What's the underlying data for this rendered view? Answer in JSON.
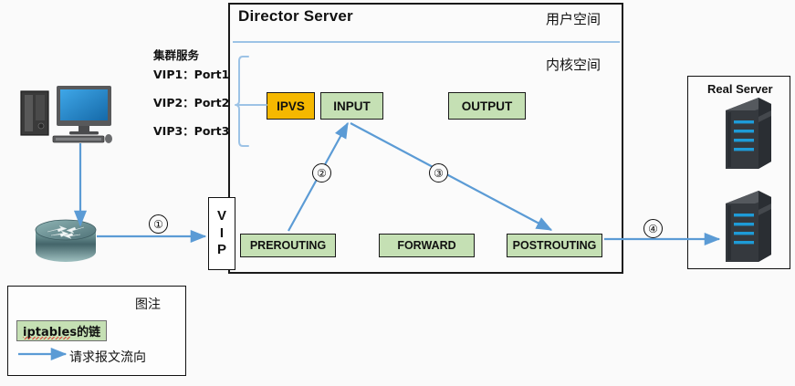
{
  "diagram": {
    "title": "LVS Director Server packet flow diagram",
    "background": "#fafafa",
    "accent_blue": "#5b9bd5",
    "chain_green": "#c5e0b4",
    "ipvs_orange": "#f5b800"
  },
  "director": {
    "title": "Director Server",
    "user_space_label": "用户空间",
    "kernel_space_label": "内核空间",
    "vip_letters": [
      "V",
      "I",
      "P"
    ],
    "boxes": {
      "ipvs": "IPVS",
      "input": "INPUT",
      "output": "OUTPUT",
      "prerouting": "PREROUTING",
      "forward": "FORWARD",
      "postrouting": "POSTROUTING"
    }
  },
  "cluster_service": {
    "heading": "集群服务",
    "entries": [
      "VIP1：Port1",
      "VIP2：Port2",
      "VIP3：Port3"
    ]
  },
  "real_server": {
    "title": "Real Server",
    "count": 2
  },
  "steps": {
    "one": "①",
    "two": "②",
    "three": "③",
    "four": "④"
  },
  "legend": {
    "title": "图注",
    "chain_label": "iptables的链",
    "flow_label": "请求报文流向"
  }
}
